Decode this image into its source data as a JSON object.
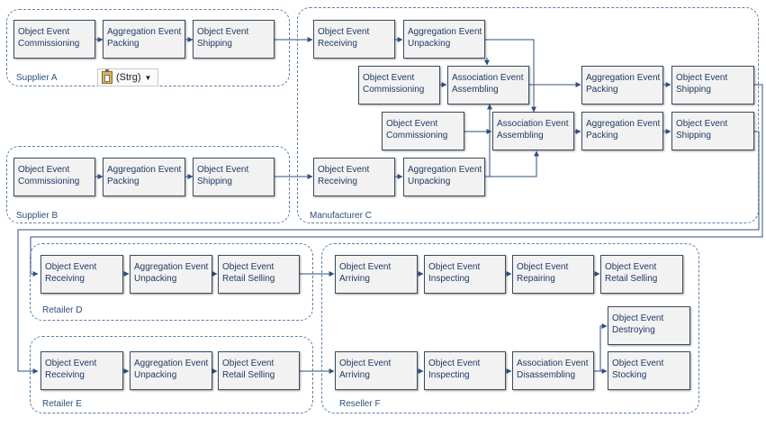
{
  "groups": {
    "supplier_a": "Supplier A",
    "supplier_b": "Supplier B",
    "manufacturer_c": "Manufacturer C",
    "retailer_d": "Retailer D",
    "retailer_e": "Retailer E",
    "reseller_f": "Reseller F"
  },
  "paste_options": {
    "icon": "clipboard-icon",
    "label": "(Strg)",
    "arrow": "▼"
  },
  "nodes": {
    "a1": [
      "Object Event",
      "Commissioning"
    ],
    "a2": [
      "Aggregation Event",
      "Packing"
    ],
    "a3": [
      "Object Event",
      "Shipping"
    ],
    "b1": [
      "Object Event",
      "Commissioning"
    ],
    "b2": [
      "Aggregation Event",
      "Packing"
    ],
    "b3": [
      "Object Event",
      "Shipping"
    ],
    "c1": [
      "Object Event",
      "Receiving"
    ],
    "c2": [
      "Aggregation Event",
      "Unpacking"
    ],
    "c3": [
      "Object Event",
      "Commissioning"
    ],
    "c4": [
      "Association Event",
      "Assembling"
    ],
    "c5": [
      "Aggregation Event",
      "Packing"
    ],
    "c6": [
      "Object Event",
      "Shipping"
    ],
    "c7": [
      "Object Event",
      "Commissioning"
    ],
    "c8": [
      "Association Event",
      "Assembling"
    ],
    "c9": [
      "Aggregation Event",
      "Packing"
    ],
    "c10": [
      "Object Event",
      "Shipping"
    ],
    "c11": [
      "Object Event",
      "Receiving"
    ],
    "c12": [
      "Aggregation Event",
      "Unpacking"
    ],
    "d1": [
      "Object Event",
      "Receiving"
    ],
    "d2": [
      "Aggregation Event",
      "Unpacking"
    ],
    "d3": [
      "Object Event",
      "Retail Selling"
    ],
    "e1": [
      "Object Event",
      "Receiving"
    ],
    "e2": [
      "Aggregation Event",
      "Unpacking"
    ],
    "e3": [
      "Object Event",
      "Retail Selling"
    ],
    "f1": [
      "Object Event",
      "Arriving"
    ],
    "f2": [
      "Object Event",
      "Inspecting"
    ],
    "f3": [
      "Object Event",
      "Repairing"
    ],
    "f4": [
      "Object Event",
      "Retail Selling"
    ],
    "f5": [
      "Object Event",
      "Arriving"
    ],
    "f6": [
      "Object Event",
      "Inspecting"
    ],
    "f7": [
      "Association Event",
      "Disassembling"
    ],
    "f8": [
      "Object Event",
      "Destroying"
    ],
    "f9": [
      "Object Event",
      "Stocking"
    ]
  },
  "colors": {
    "node_fill": "#f2f2f2",
    "node_border": "#3b4c5e",
    "text": "#1f3b63",
    "group_border": "#5b7fa6",
    "edge": "#2f4f7f"
  }
}
